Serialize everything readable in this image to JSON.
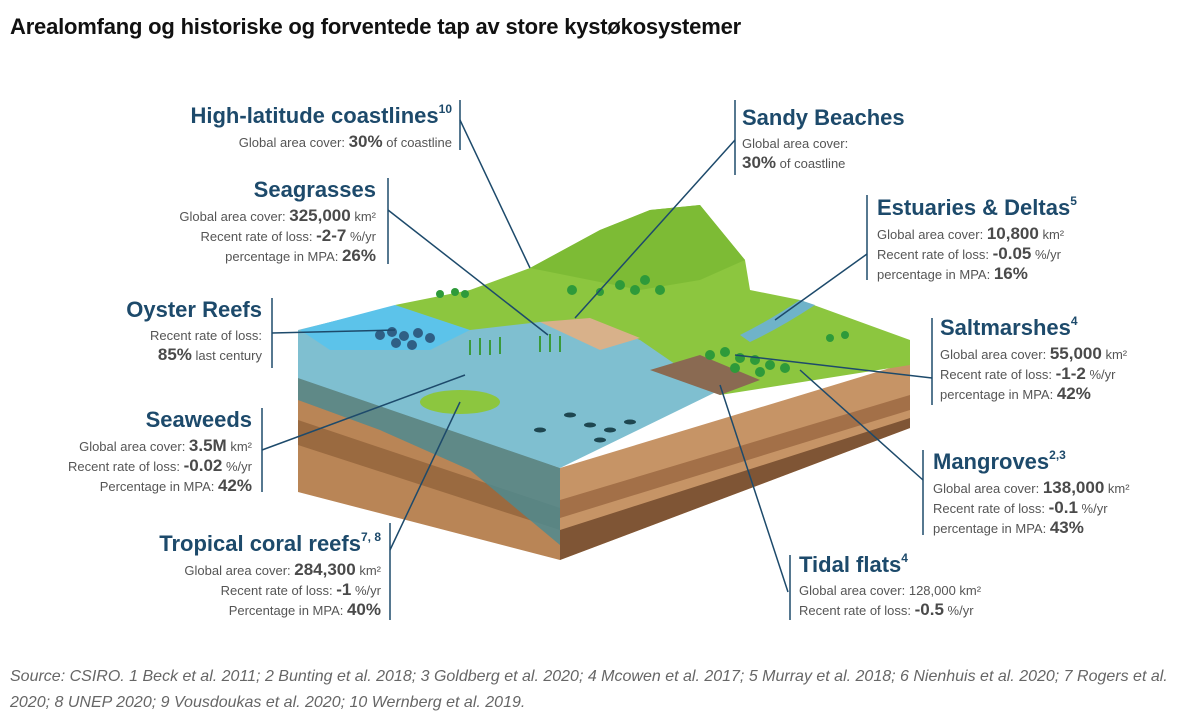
{
  "title": "Arealomfang og historiske og forventede tap av store kystøkosystemer",
  "labels": [
    {
      "id": "high-latitude-coastlines",
      "side": "r",
      "title": "High-latitude coastlines",
      "sup": "10",
      "lines": [
        [
          "Global area cover: ",
          "30%",
          " of coastline"
        ]
      ]
    },
    {
      "id": "seagrasses",
      "side": "r",
      "title": "Seagrasses",
      "sup": "",
      "lines": [
        [
          "Global area cover: ",
          "325,000",
          " km²"
        ],
        [
          "Recent rate of loss: ",
          "-2-7",
          " %/yr"
        ],
        [
          "percentage in MPA: ",
          "26%",
          ""
        ]
      ]
    },
    {
      "id": "oyster-reefs",
      "side": "r",
      "title": "Oyster Reefs",
      "sup": "",
      "lines": [
        [
          "Recent rate of loss:",
          "",
          ""
        ],
        [
          "",
          "85%",
          " last century"
        ]
      ]
    },
    {
      "id": "seaweeds",
      "side": "r",
      "title": "Seaweeds",
      "sup": "",
      "lines": [
        [
          "Global area cover: ",
          "3.5M",
          " km²"
        ],
        [
          "Recent rate of loss: ",
          "-0.02",
          " %/yr"
        ],
        [
          "Percentage in MPA: ",
          "42%",
          ""
        ]
      ]
    },
    {
      "id": "tropical-coral-reefs",
      "side": "r",
      "title": "Tropical coral reefs",
      "sup": "7, 8",
      "lines": [
        [
          "Global area cover: ",
          "284,300",
          " km²"
        ],
        [
          "Recent rate of loss: ",
          "-1",
          " %/yr"
        ],
        [
          "Percentage in MPA: ",
          "40%",
          ""
        ]
      ]
    },
    {
      "id": "sandy-beaches",
      "side": "l",
      "title": "Sandy Beaches",
      "sup": "",
      "lines": [
        [
          "Global area cover:",
          "",
          ""
        ],
        [
          "",
          "30%",
          " of coastline"
        ]
      ]
    },
    {
      "id": "estuaries-deltas",
      "side": "l",
      "title": "Estuaries & Deltas",
      "sup": "5",
      "lines": [
        [
          "Global area cover: ",
          "10,800",
          " km²"
        ],
        [
          "Recent rate of loss: ",
          "-0.05",
          " %/yr"
        ],
        [
          "percentage in MPA: ",
          "16%",
          ""
        ]
      ]
    },
    {
      "id": "saltmarshes",
      "side": "l",
      "title": "Saltmarshes",
      "sup": "4",
      "lines": [
        [
          "Global area cover: ",
          "55,000",
          " km²"
        ],
        [
          "Recent rate of loss: ",
          "-1-2",
          " %/yr"
        ],
        [
          "percentage in MPA: ",
          "42%",
          ""
        ]
      ]
    },
    {
      "id": "mangroves",
      "side": "l",
      "title": "Mangroves",
      "sup": "2,3",
      "lines": [
        [
          "Global area cover: ",
          "138,000",
          " km²"
        ],
        [
          "Recent rate of loss: ",
          "-0.1",
          " %/yr"
        ],
        [
          "percentage in MPA: ",
          "43%",
          ""
        ]
      ]
    },
    {
      "id": "tidal-flats",
      "side": "l",
      "title": "Tidal flats",
      "sup": "4",
      "lines": [
        [
          "Global area cover: 128,000 km²",
          "",
          ""
        ],
        [
          "Recent rate of loss: ",
          "-0.5",
          " %/yr"
        ]
      ]
    }
  ],
  "source": "Source: CSIRO. 1 Beck et al. 2011; 2 Bunting et al. 2018; 3 Goldberg et al. 2020; 4 Mcowen et al. 2017; 5 Murray et al. 2018; 6 Nienhuis et al. 2020; 7 Rogers et al. 2020; 8 UNEP 2020; 9 Vousdoukas et al. 2020; 10 Wernberg et al. 2019.",
  "colors": {
    "heading": "#1d4a6b",
    "land": "#8cc63f",
    "water": "#6fb3c9",
    "soil": "#c69466"
  }
}
